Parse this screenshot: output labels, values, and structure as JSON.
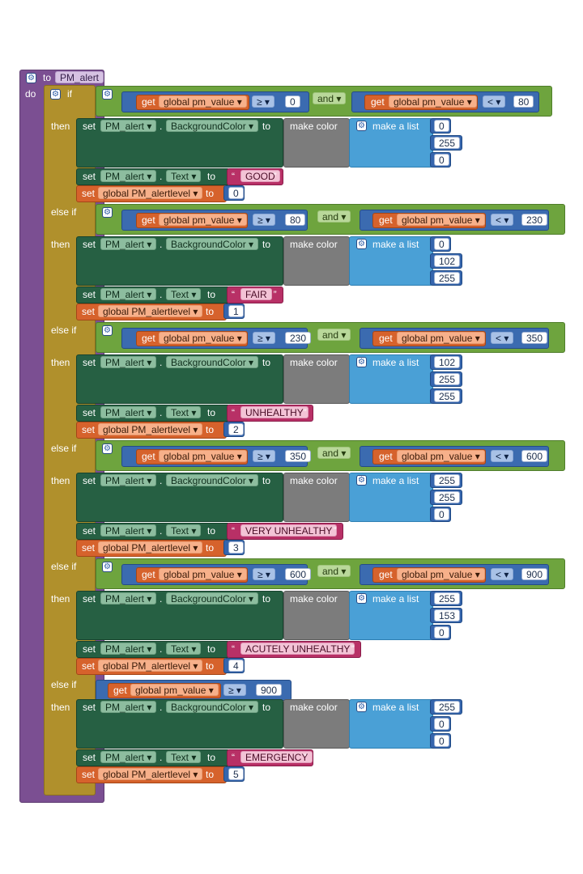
{
  "procedure": {
    "to_label": "to",
    "name": "PM_alert",
    "do_label": "do"
  },
  "labels": {
    "if": "if",
    "else_if": "else if",
    "then": "then",
    "and": "and",
    "get": "get",
    "set": "set",
    "to": "to",
    "dot": ".",
    "make_color": "make color",
    "make_a_list": "make a list",
    "quote": "“",
    "quote_close": "”"
  },
  "vars": {
    "pm_value": "global pm_value",
    "alertlevel": "global PM_alertlevel",
    "component": "PM_alert",
    "bg_prop": "BackgroundColor",
    "text_prop": "Text"
  },
  "ops": {
    "ge": "≥",
    "lt": "<"
  },
  "icons": {
    "gear": "gear-icon",
    "dropdown": "dropdown-arrow-icon"
  },
  "colors": {
    "procedure": "#7b4f92",
    "control": "#b0902c",
    "logic": "#6ea43e",
    "math": "#3b6bb0",
    "variable": "#d6622c",
    "component": "#266043",
    "color": "#7c7c7c",
    "list": "#4aa0d6",
    "text": "#b83066"
  },
  "branches": [
    {
      "keyword": "if",
      "ge": "0",
      "lt": "80",
      "rgb": [
        "0",
        "255",
        "0"
      ],
      "text": "GOOD",
      "level": "0"
    },
    {
      "keyword": "else if",
      "ge": "80",
      "lt": "230",
      "rgb": [
        "0",
        "102",
        "255"
      ],
      "text": "FAIR",
      "level": "1"
    },
    {
      "keyword": "else if",
      "ge": "230",
      "lt": "350",
      "rgb": [
        "102",
        "255",
        "255"
      ],
      "text": "UNHEALTHY",
      "level": "2"
    },
    {
      "keyword": "else if",
      "ge": "350",
      "lt": "600",
      "rgb": [
        "255",
        "255",
        "0"
      ],
      "text": "VERY UNHEALTHY",
      "level": "3"
    },
    {
      "keyword": "else if",
      "ge": "600",
      "lt": "900",
      "rgb": [
        "255",
        "153",
        "0"
      ],
      "text": "ACUTELY UNHEALTHY",
      "level": "4"
    },
    {
      "keyword": "else if",
      "ge": "900",
      "lt": null,
      "rgb": [
        "255",
        "0",
        "0"
      ],
      "text": "EMERGENCY",
      "level": "5"
    }
  ]
}
